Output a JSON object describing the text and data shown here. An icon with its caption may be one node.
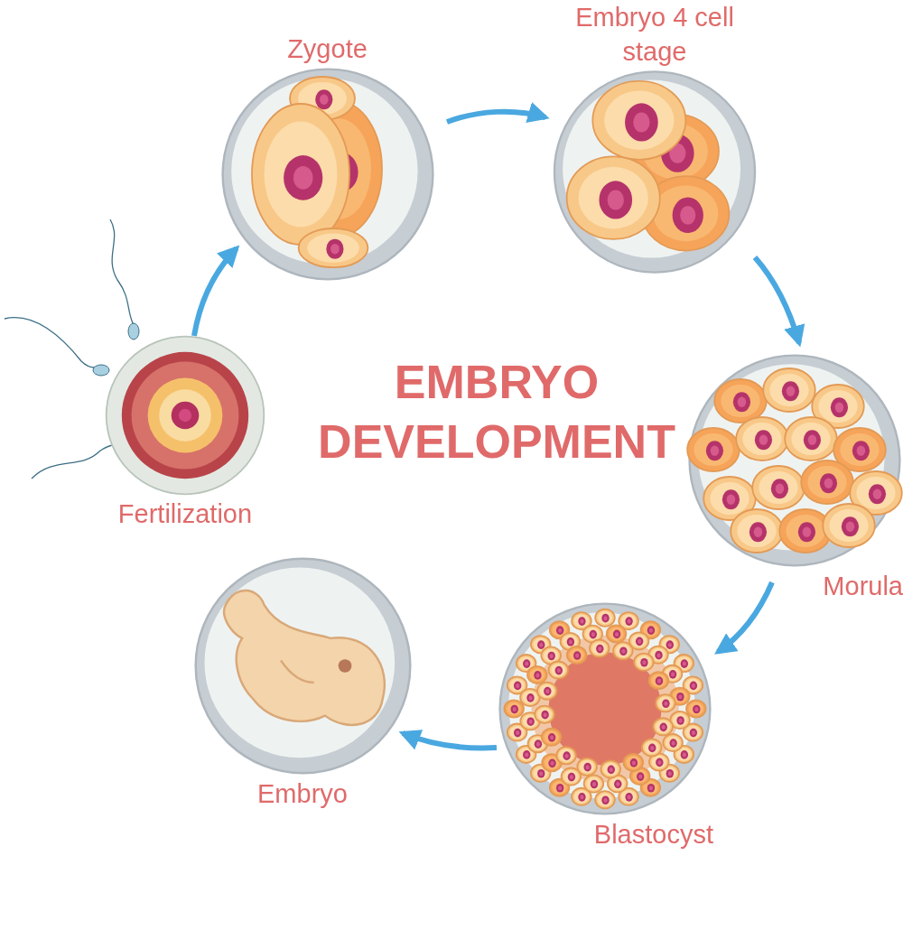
{
  "diagram": {
    "title": "EMBRYO DEVELOPMENT",
    "nodes": [
      {
        "text": [
          "Fertilization"
        ]
      },
      {
        "text": [
          "Zygote"
        ]
      },
      {
        "text": [
          "Embryo 4 cell stage"
        ]
      },
      {
        "text": [
          "Morula"
        ]
      },
      {
        "text": [
          "Blastocyst"
        ]
      },
      {
        "text": [
          "Embryo"
        ]
      }
    ],
    "edges": [
      {
        "from": 0,
        "to": 1,
        "arrow": "to"
      },
      {
        "from": 1,
        "to": 2,
        "arrow": "to"
      },
      {
        "from": 2,
        "to": 3,
        "arrow": "to"
      },
      {
        "from": 3,
        "to": 4,
        "arrow": "to"
      },
      {
        "from": 4,
        "to": 5,
        "arrow": "to"
      }
    ]
  }
}
